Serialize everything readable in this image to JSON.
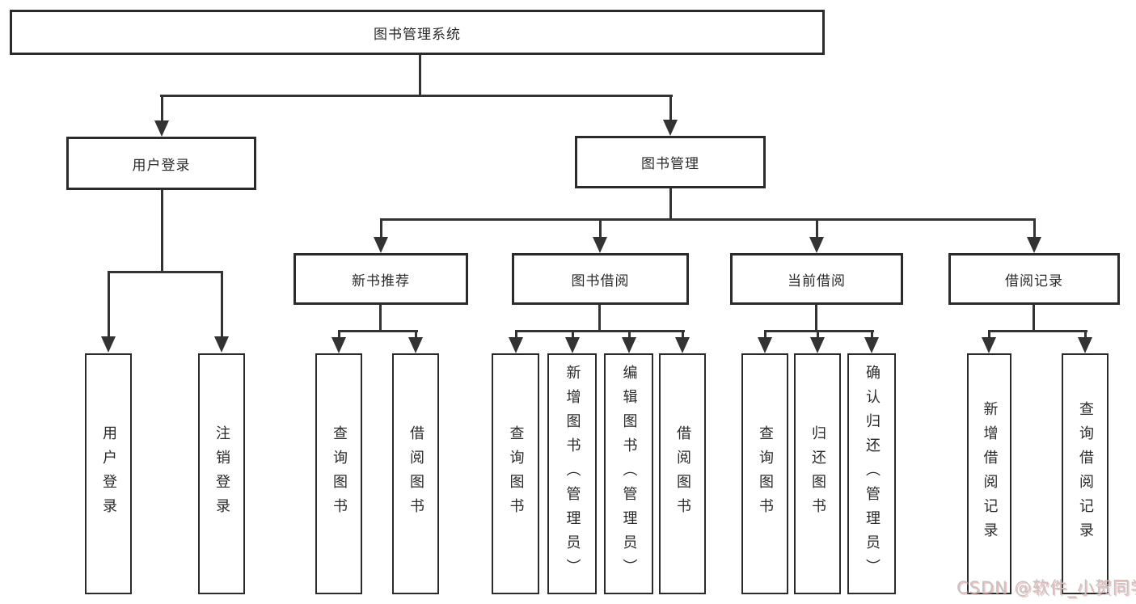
{
  "tree": {
    "root": {
      "label": "图书管理系统",
      "children": [
        {
          "label": "用户登录",
          "children": [
            {
              "label": "用户登录"
            },
            {
              "label": "注销登录"
            }
          ]
        },
        {
          "label": "图书管理",
          "children": [
            {
              "label": "新书推荐",
              "children": [
                {
                  "label": "查询图书"
                },
                {
                  "label": "借阅图书"
                }
              ]
            },
            {
              "label": "图书借阅",
              "children": [
                {
                  "label": "查询图书"
                },
                {
                  "label": "新增图书（管理员）"
                },
                {
                  "label": "编辑图书（管理员）"
                },
                {
                  "label": "借阅图书"
                }
              ]
            },
            {
              "label": "当前借阅",
              "children": [
                {
                  "label": "查询图书"
                },
                {
                  "label": "归还图书"
                },
                {
                  "label": "确认归还（管理员）"
                }
              ]
            },
            {
              "label": "借阅记录",
              "children": [
                {
                  "label": "新增借阅记录"
                },
                {
                  "label": "查询借阅记录"
                }
              ]
            }
          ]
        }
      ]
    }
  },
  "watermark": {
    "text": "CSDN @软件_小贺同学"
  },
  "colors": {
    "line": "#333333",
    "border": "#2b2b2b",
    "text": "#2a2a2a",
    "wm": "#c3c3c3"
  }
}
